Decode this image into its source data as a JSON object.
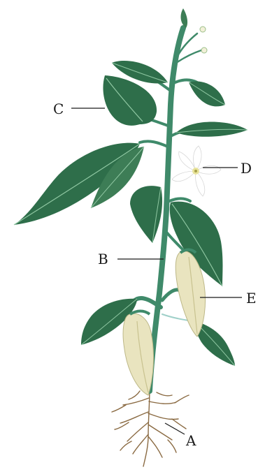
{
  "labels": {
    "A": "A",
    "B": "B",
    "C": "C",
    "D": "D",
    "E": "E"
  },
  "colors": {
    "stem": "#3f8a6a",
    "stem_dark": "#2f6f52",
    "leaf": "#2e6e4a",
    "leaf_light": "#4f9a6c",
    "vein": "#8fc7a2",
    "pepper": "#e9e4bf",
    "pepper_shade": "#c8c28f",
    "flower": "#ffffff",
    "root": "#8a6a42"
  }
}
